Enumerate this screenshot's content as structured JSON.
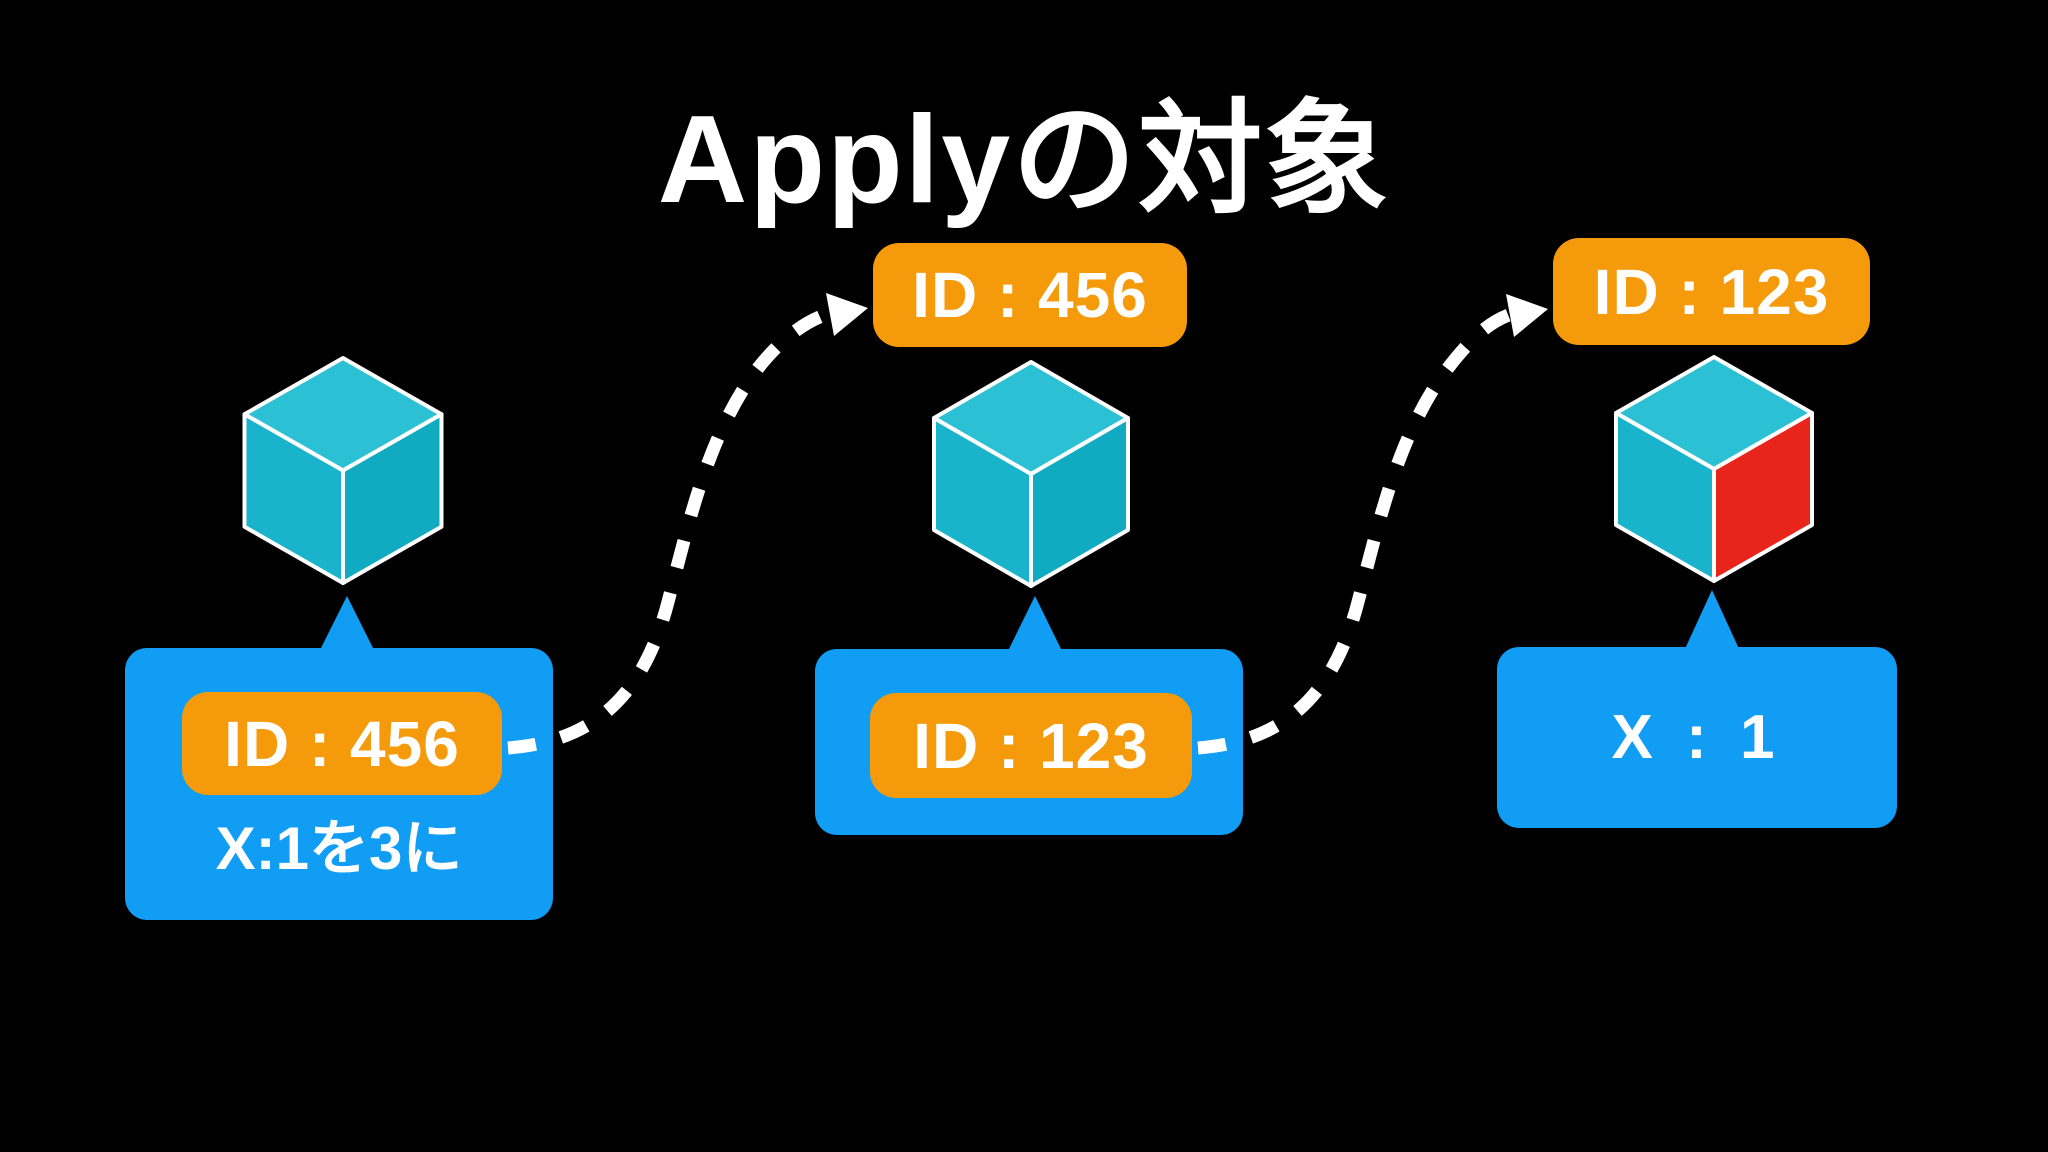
{
  "title": "Applyの対象",
  "colors": {
    "background": "#000000",
    "title": "#ffffff",
    "accent-blue": "#129df4",
    "accent-orange": "#f59b0b",
    "text-on-color": "#ffffff",
    "cube-top": "#2cc0d4",
    "cube-left": "#19b3cb",
    "cube-right": "#10aac1",
    "cube-red": "#e8251b",
    "cube-edge": "#ffffff",
    "arrow": "#ffffff"
  },
  "groups": {
    "left": {
      "bubble_badge": "ID : 456",
      "bubble_note": "X:1を3に"
    },
    "middle": {
      "top_badge": "ID : 456",
      "bubble_badge": "ID : 123"
    },
    "right": {
      "top_badge": "ID : 123",
      "bubble_value": "X : 1"
    }
  }
}
